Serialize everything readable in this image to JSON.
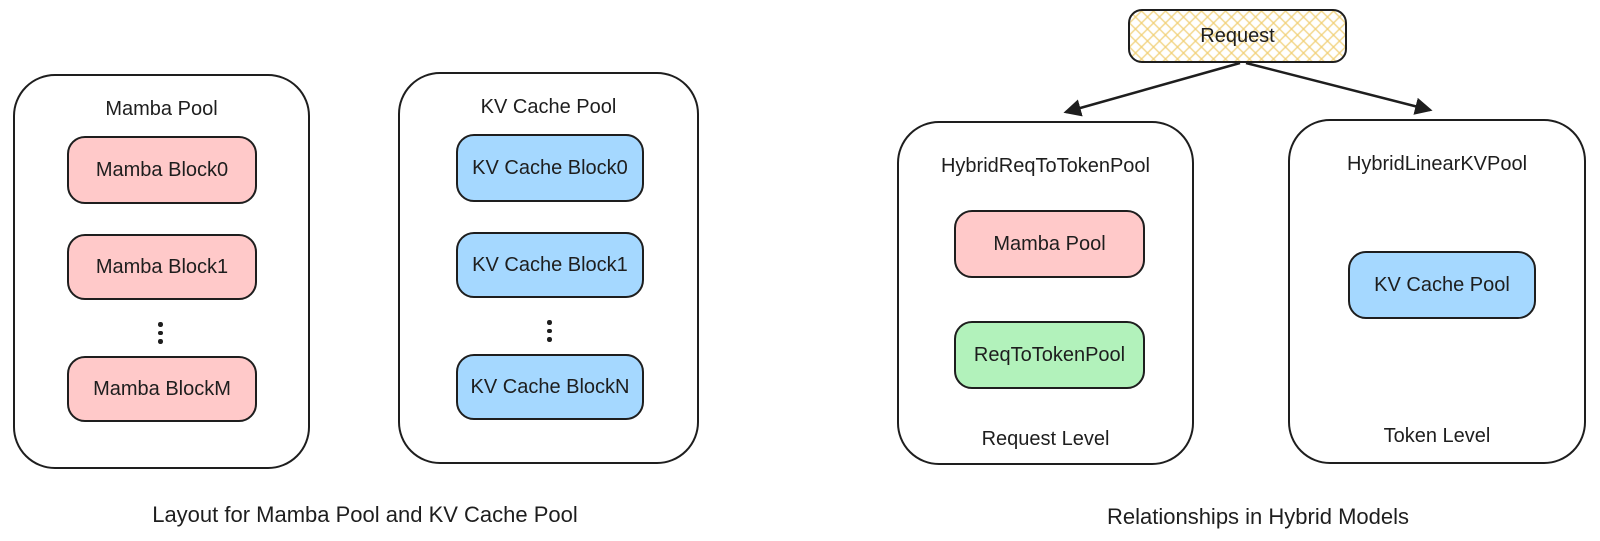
{
  "diagram": {
    "left_group": {
      "caption": "Layout for Mamba Pool and KV Cache Pool",
      "mamba_pool": {
        "title": "Mamba Pool",
        "blocks": [
          "Mamba Block0",
          "Mamba Block1",
          "Mamba BlockM"
        ],
        "ellipsis": "vertical-dots"
      },
      "kv_cache_pool": {
        "title": "KV Cache Pool",
        "blocks": [
          "KV Cache Block0",
          "KV Cache Block1",
          "KV Cache BlockN"
        ],
        "ellipsis": "vertical-dots"
      }
    },
    "right_group": {
      "caption": "Relationships in Hybrid Models",
      "request": {
        "label": "Request"
      },
      "hybrid_req_to_token_pool": {
        "title": "HybridReqToTokenPool",
        "blocks": [
          {
            "label": "Mamba Pool",
            "color": "#FFC9C9"
          },
          {
            "label": "ReqToTokenPool",
            "color": "#B2F2BB"
          }
        ],
        "level_label": "Request Level"
      },
      "hybrid_linear_kv_pool": {
        "title": "HybridLinearKVPool",
        "blocks": [
          {
            "label": "KV Cache Pool",
            "color": "#A5D8FF"
          }
        ],
        "level_label": "Token Level"
      }
    },
    "colors": {
      "pink": "#FFC9C9",
      "blue": "#A5D8FF",
      "green": "#B2F2BB",
      "yellow_hatch": "#F0CD6E",
      "stroke": "#1e1e1e",
      "background": "#ffffff"
    }
  }
}
